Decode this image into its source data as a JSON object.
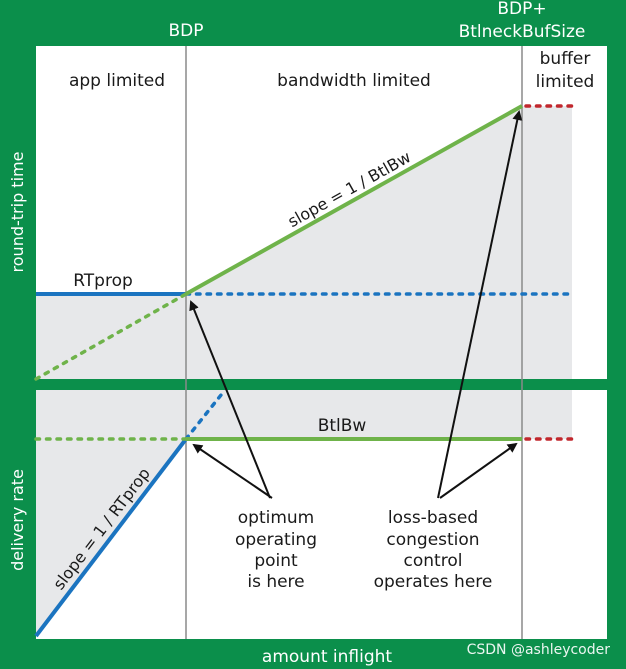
{
  "top_labels": {
    "bdp": "BDP",
    "bdp_plus_line1": "BDP+",
    "bdp_plus_line2": "BtlneckBufSize"
  },
  "regions": {
    "app_limited": "app limited",
    "bandwidth_limited": "bandwidth limited",
    "buffer_limited_line1": "buffer",
    "buffer_limited_line2": "limited"
  },
  "axes": {
    "top_y": "round-trip time",
    "bottom_y": "delivery rate",
    "x": "amount inflight"
  },
  "curve_labels": {
    "rtprop": "RTprop",
    "slope_btlbw": "slope = 1 / BtlBw",
    "btlbw": "BtlBw",
    "slope_rtprop": "slope = 1 / RTprop"
  },
  "annotations": {
    "optimum": [
      "optimum",
      "operating",
      "point",
      "is here"
    ],
    "loss_based": [
      "loss-based",
      "congestion",
      "control",
      "operates here"
    ]
  },
  "watermark": "CSDN @ashleycoder",
  "colors": {
    "background": "#0b8f4b",
    "panel": "#ffffff",
    "shade": "#e7e8ea",
    "blue": "#1b74c0",
    "green": "#6fb34a",
    "red": "#c1272d",
    "divider": "#8a8a8a"
  }
}
